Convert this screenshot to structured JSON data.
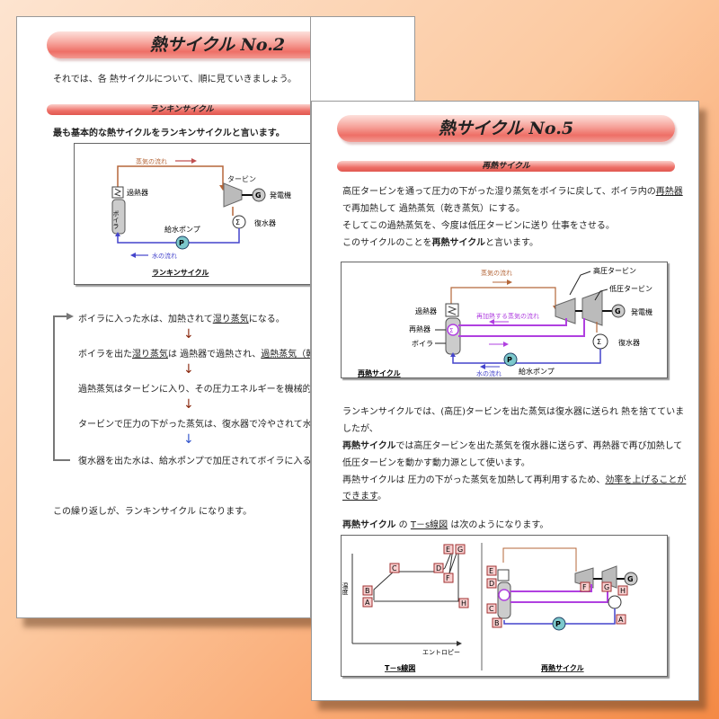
{
  "page1": {
    "title": "熱サイクル No.2",
    "intro": "それでは、各 熱サイクルについて、順に見ていきましょう。",
    "section": "ランキンサイクル",
    "lead": "最も基本的な熱サイクルをランキンサイクルと言います。",
    "diagram": {
      "steam_flow": "蒸気の流れ",
      "turbine": "タービン",
      "generator": "発電機",
      "generator_symbol": "G",
      "superheater": "過熱器",
      "boiler": "ボイラ",
      "condenser": "復水器",
      "pump": "給水ポンプ",
      "pump_symbol": "P",
      "water_flow": "水の流れ",
      "caption": "ランキンサイクル"
    },
    "steps": [
      {
        "pre": "ボイラに入った水は、加熱されて",
        "u": "湿り蒸気",
        "post": "になる。"
      },
      {
        "pre": "ボイラを出た",
        "u": "湿り蒸気",
        "post": "は 過熱器で過熱され、",
        "u2": "過熱蒸気（乾き"
      },
      {
        "pre": "過熱蒸気はタービンに入り、その圧力エネルギーを機械的エ"
      },
      {
        "pre": "タービンで圧力の下がった蒸気は、復水器で冷やされて水に"
      },
      {
        "pre": "復水器を出た水は、給水ポンプで加圧されてボイラに入る。"
      }
    ],
    "closing": "この繰り返しが、ランキンサイクル になります。"
  },
  "page2": {
    "title": "熱サイクル No.5",
    "section": "再熱サイクル",
    "para1": {
      "line1_pre": "高圧タービンを通って圧力の下がった湿り蒸気をボイラに戻して、ボイラ内の",
      "line1_u": "再熱器",
      "line2": "で再加熱して 過熱蒸気（乾き蒸気）にする。",
      "line3": "そしてこの過熱蒸気を、今度は低圧タービンに送り 仕事をさせる。",
      "line4_pre": "このサイクルのことを",
      "line4_b": "再熱サイクル",
      "line4_post": "と言います。"
    },
    "diagram": {
      "steam_flow": "蒸気の流れ",
      "hp_turbine": "高圧タービン",
      "lp_turbine": "低圧タービン",
      "generator": "発電機",
      "generator_symbol": "G",
      "superheater": "過熱器",
      "reheater": "再熱器",
      "boiler": "ボイラ",
      "reheat_flow": "再加熱する蒸気の流れ",
      "condenser": "復水器",
      "pump": "給水ポンプ",
      "pump_symbol": "P",
      "water_flow": "水の流れ",
      "caption": "再熱サイクル"
    },
    "para2": {
      "line1": "ランキンサイクルでは、(高圧)タービンを出た蒸気は復水器に送られ 熱を捨てていま",
      "line2": "したが、",
      "line3_b": "再熱サイクル",
      "line3_post": "では高圧タービンを出た蒸気を復水器に送らず、再熱器で再び加熱して",
      "line4": "低圧タービンを動かす動力源として使います。",
      "line5_pre": "再熱サイクルは 圧力の下がった蒸気を加熱して再利用するため、",
      "line5_u": "効率を上げることが",
      "line6_u": "できます",
      "line6_post": "。"
    },
    "ts_intro": {
      "b": "再熱サイクル",
      "mid": " の ",
      "u": "T－s線図",
      "post": " は次のようになります。"
    },
    "ts_diagram": {
      "y_label": "温度",
      "x_label": "エントロピー",
      "points": [
        "A",
        "B",
        "C",
        "D",
        "E",
        "F",
        "G",
        "H"
      ],
      "caption": "T－s線図"
    },
    "cycle_diagram": {
      "labels": [
        "E",
        "D",
        "C",
        "B",
        "F",
        "G",
        "H",
        "A"
      ],
      "generator_symbol": "G",
      "pump_symbol": "P",
      "caption": "再熱サイクル"
    }
  },
  "colors": {
    "steam": "#b5673a",
    "water": "#4444cc",
    "reheat": "#b040e0",
    "label_box": "#f8d0d0",
    "label_border": "#a03030"
  }
}
